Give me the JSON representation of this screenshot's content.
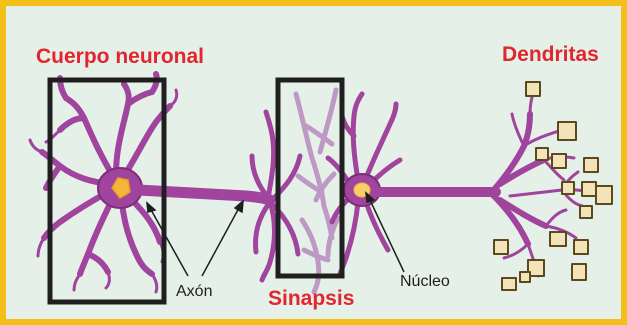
{
  "labels": {
    "cell_body": "Cuerpo neuronal",
    "dendrites": "Dendritas",
    "synapse": "Sinapsis",
    "axon": "Axón",
    "nucleus": "Núcleo"
  },
  "colors": {
    "frame_border": "#f2c019",
    "background": "#e4f0e8",
    "neuron": "#a0449e",
    "neuron_dark": "#7d2d7a",
    "nucleus": "#f4b53a",
    "label_red": "#e1262d",
    "box": "#1f1f1f"
  }
}
